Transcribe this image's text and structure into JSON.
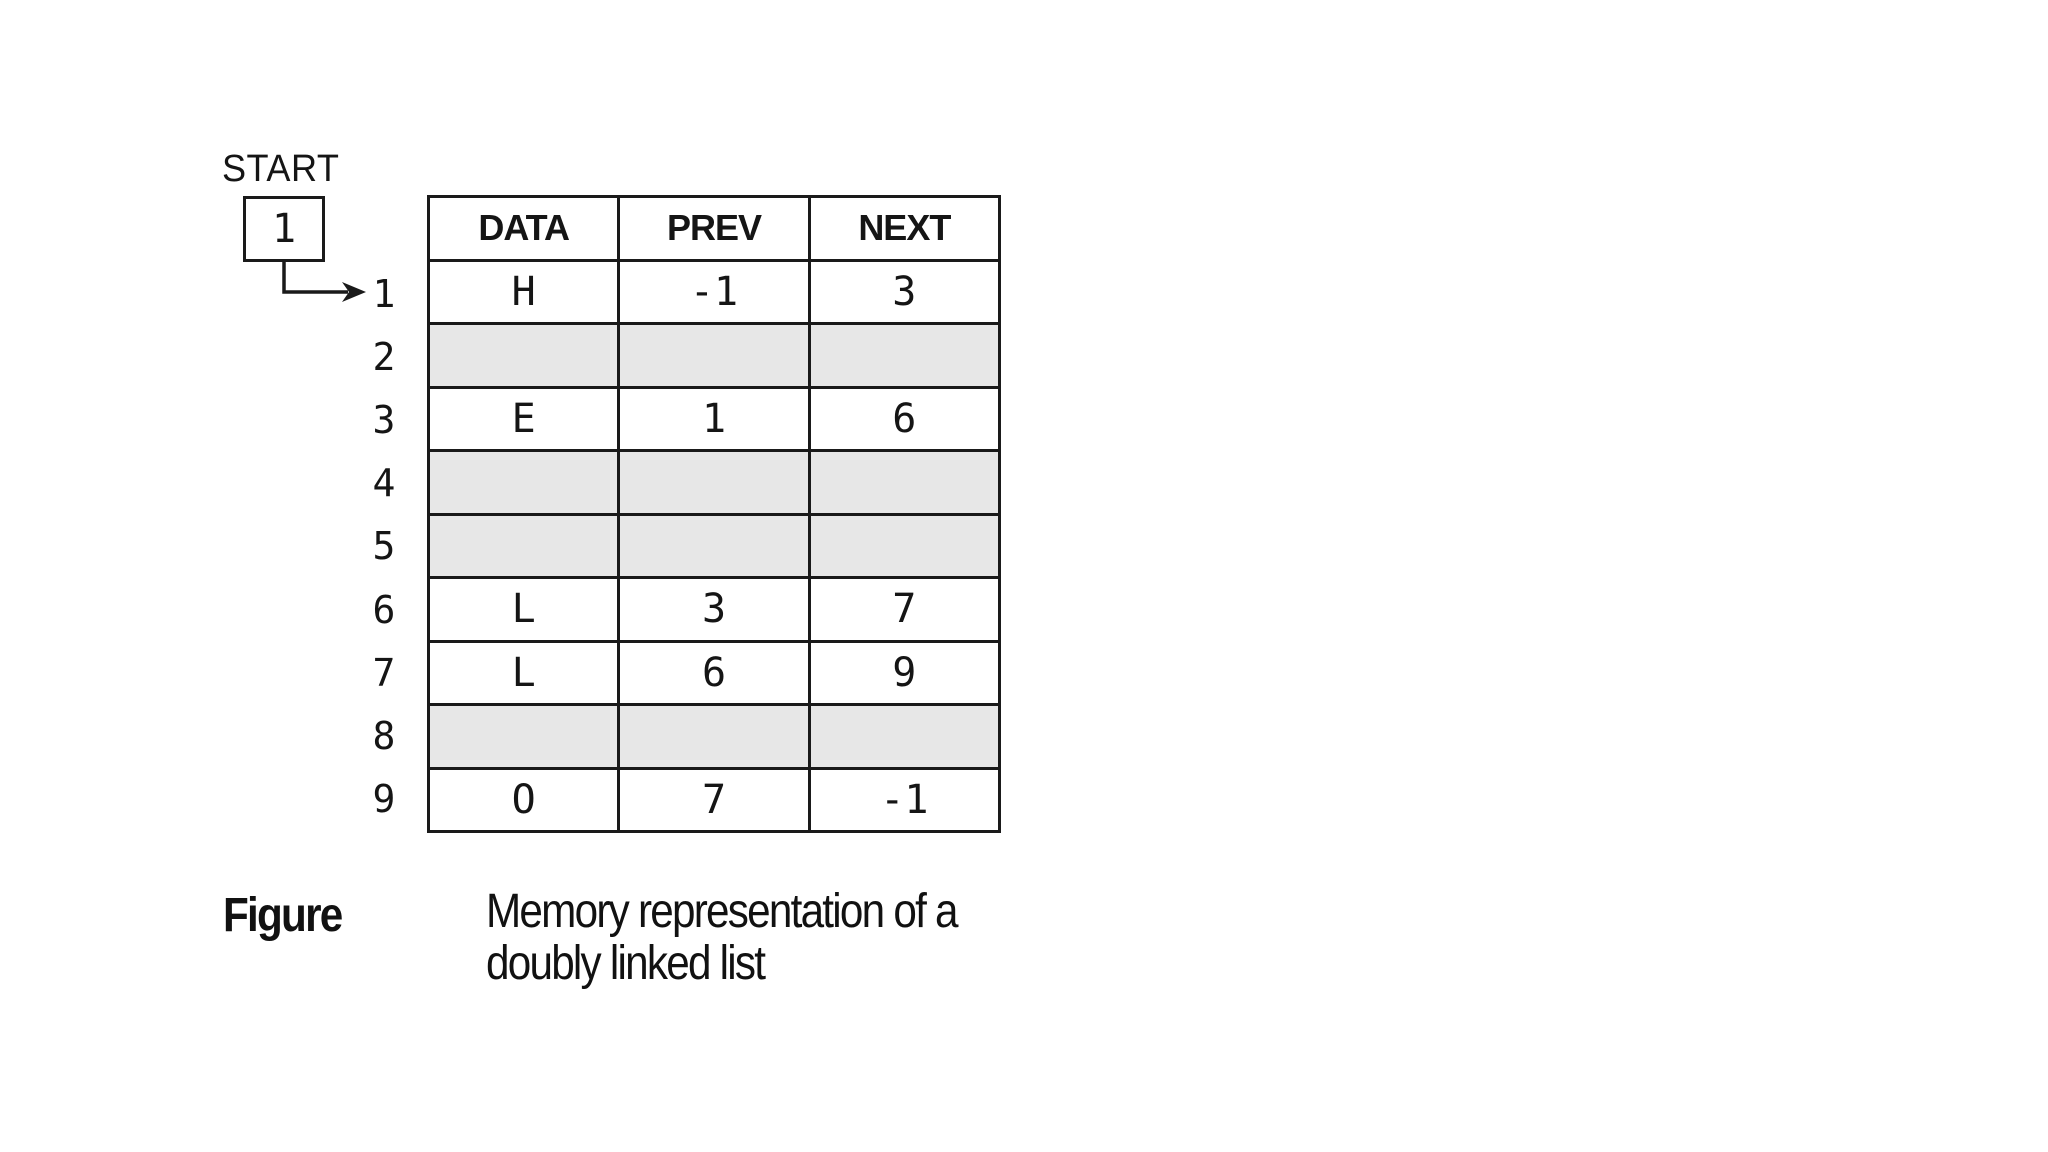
{
  "start": {
    "label": "START",
    "value": "1"
  },
  "table": {
    "headers": [
      "DATA",
      "PREV",
      "NEXT"
    ],
    "rows": [
      {
        "index": "1",
        "data": "H",
        "prev": "-1",
        "next": "3",
        "empty": false
      },
      {
        "index": "2",
        "data": "",
        "prev": "",
        "next": "",
        "empty": true
      },
      {
        "index": "3",
        "data": "E",
        "prev": "1",
        "next": "6",
        "empty": false
      },
      {
        "index": "4",
        "data": "",
        "prev": "",
        "next": "",
        "empty": true
      },
      {
        "index": "5",
        "data": "",
        "prev": "",
        "next": "",
        "empty": true
      },
      {
        "index": "6",
        "data": "L",
        "prev": "3",
        "next": "7",
        "empty": false
      },
      {
        "index": "7",
        "data": "L",
        "prev": "6",
        "next": "9",
        "empty": false
      },
      {
        "index": "8",
        "data": "",
        "prev": "",
        "next": "",
        "empty": true
      },
      {
        "index": "9",
        "data": "O",
        "prev": "7",
        "next": "-1",
        "empty": false
      }
    ]
  },
  "caption": {
    "label": "Figure",
    "line1": "Memory representation of a",
    "line2": "doubly linked list"
  },
  "colors": {
    "empty_row": "#e7e7e7",
    "border": "#1a1a1a",
    "text": "#151515",
    "background": "#ffffff"
  }
}
